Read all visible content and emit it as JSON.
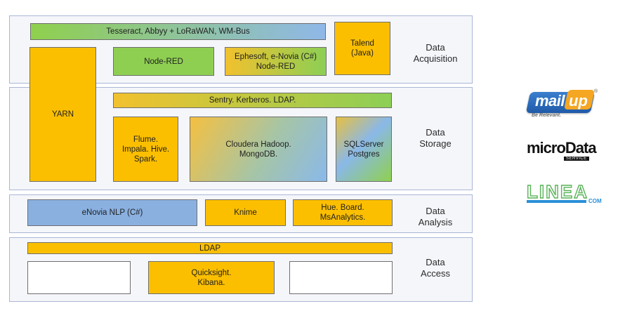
{
  "layers": {
    "acquisition": "Data\nAcquisition",
    "storage": "Data\nStorage",
    "analysis": "Data\nAnalysis",
    "access": "Data\nAccess"
  },
  "boxes": {
    "tesseract": "Tesseract, Abbyy + LoRaWAN,  WM-Bus",
    "talend": "Talend\n(Java)",
    "yarn": "YARN",
    "nodered": "Node-RED",
    "ephesoft": "Ephesoft, e-Novia (C#)\nNode-RED",
    "sentry": "Sentry. Kerberos.  LDAP.",
    "flume": "Flume.\nImpala. Hive.\nSpark.",
    "cloudera": "Cloudera Hadoop.\nMongoDB.",
    "sqlserver": "SQLServer\nPostgres",
    "enovia_nlp": "eNovia NLP  (C#)",
    "knime": "Knime",
    "hue": "Hue. Board.\nMsAnalytics.",
    "ldap": "LDAP",
    "quicksight": "Quicksight.\nKibana.",
    "empty_left": "",
    "empty_right": ""
  },
  "logos": {
    "mailup_main": "mail",
    "mailup_up": "up",
    "mailup_tagline": "Be Relevant.",
    "mailup_mark": "®",
    "microdata": "microData",
    "microdata_sub": "SERVICE",
    "linea": "LINEA",
    "linea_com": "COM"
  },
  "colors": {
    "orange": "#fcbf00",
    "green": "#8ecf52",
    "blue": "#8ab0e0",
    "layer_bg": "#f5f6fa",
    "layer_border": "#aab6d6"
  }
}
